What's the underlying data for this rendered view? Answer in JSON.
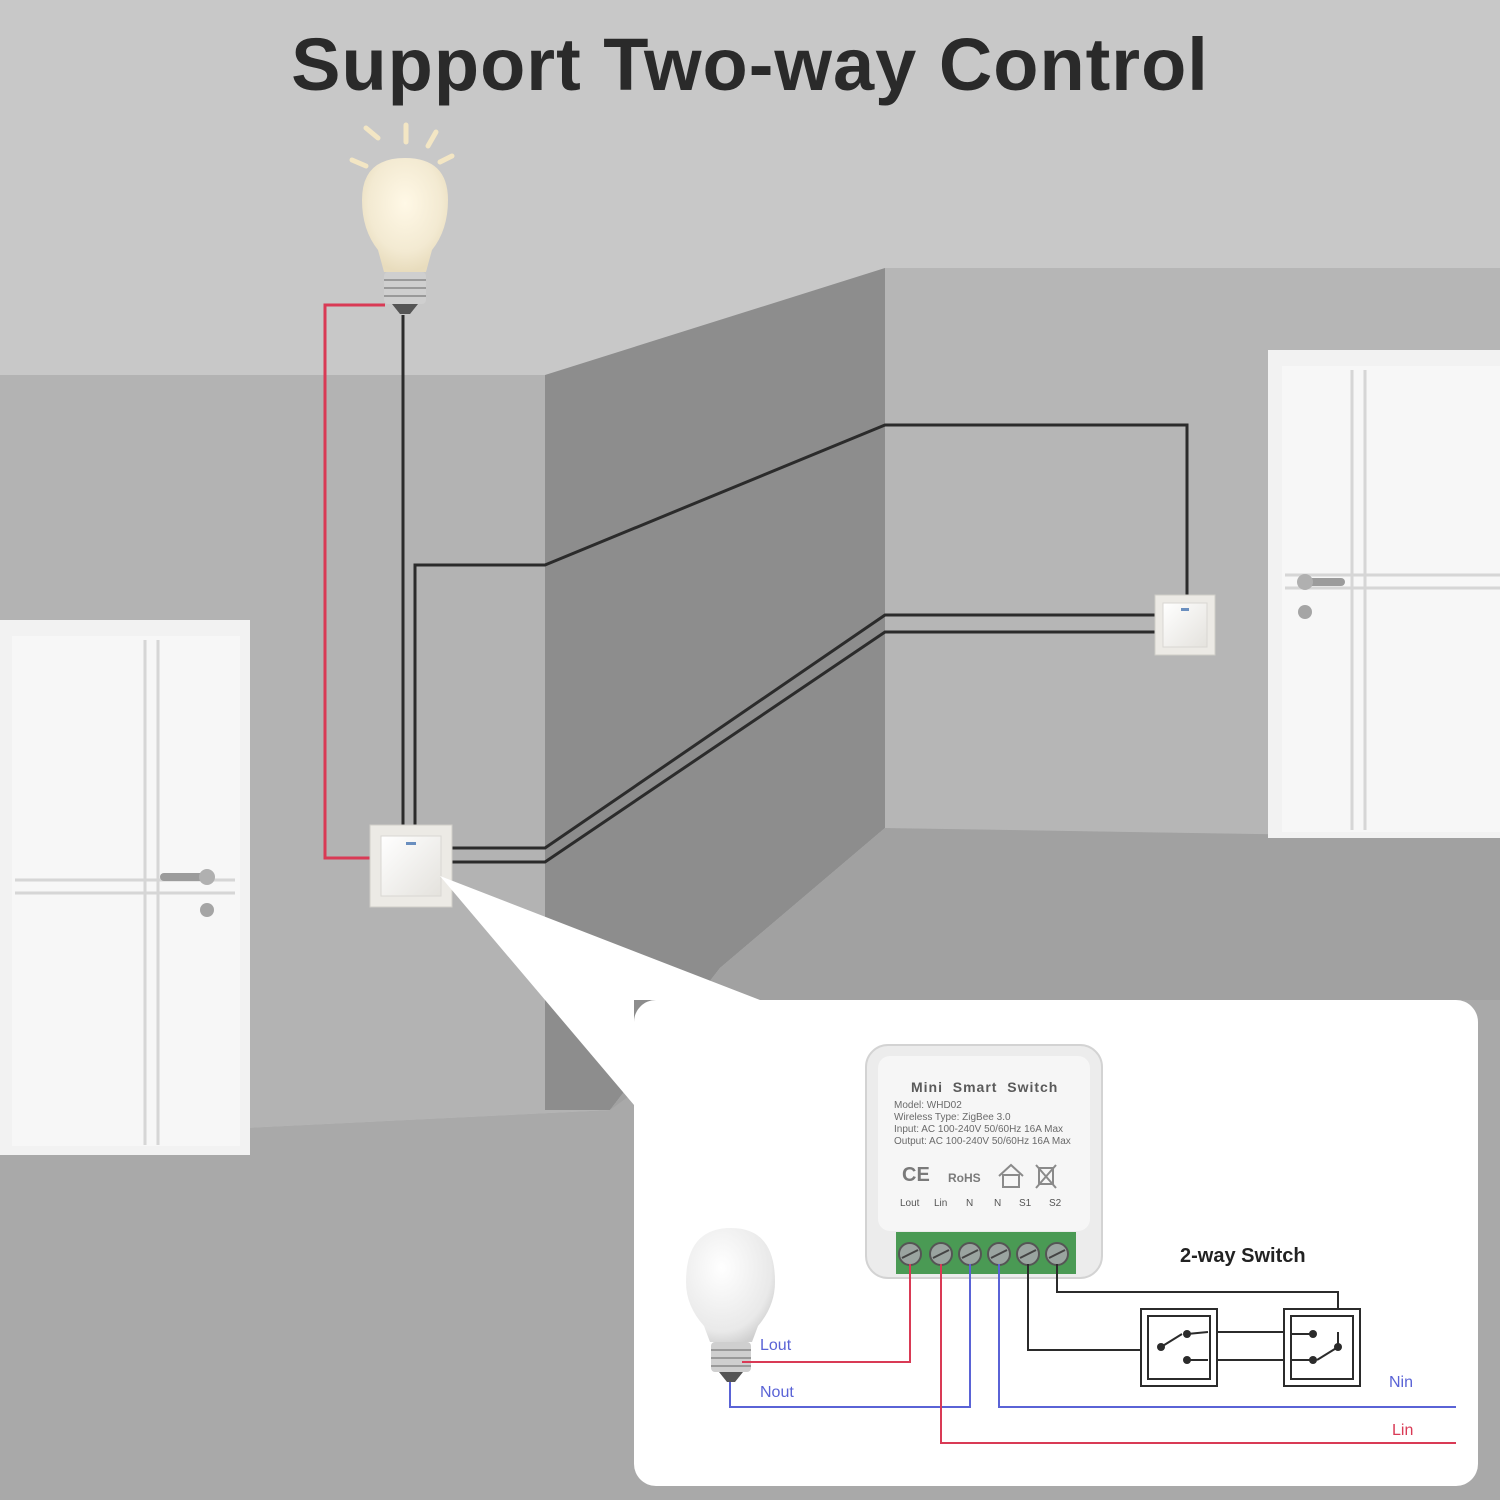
{
  "header": {
    "title": "Support Two-way Control"
  },
  "module": {
    "title": "Mini  Smart  Switch",
    "specs": [
      "Model: WHD02",
      "Wireless Type: ZigBee 3.0",
      "Input: AC 100-240V 50/60Hz 16A Max",
      "Output: AC 100-240V 50/60Hz 16A Max"
    ],
    "certs": {
      "ce": "CE",
      "rohs": "RoHS"
    },
    "terminals": [
      "Lout",
      "Lin",
      "N",
      "N",
      "S1",
      "S2"
    ]
  },
  "diagram": {
    "switch_label": "2-way Switch",
    "wires": {
      "lout": "Lout",
      "nout": "Nout",
      "nin": "Nin",
      "lin": "Lin"
    }
  },
  "colors": {
    "live": "#d93a55",
    "neutral": "#5a63d6",
    "wire_black": "#2b2b2b",
    "terminal_green": "#4a9a54",
    "title": "#2a2a2a"
  },
  "icons": [
    "light-bulb-icon",
    "home-icon",
    "recycle-bin-crossed-icon",
    "ce-mark-icon",
    "rohs-icon"
  ]
}
